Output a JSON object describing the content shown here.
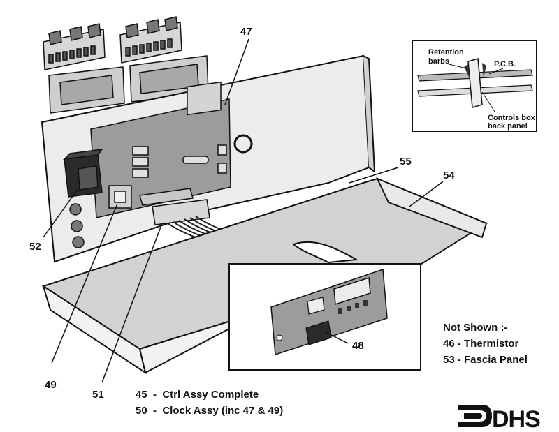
{
  "callouts": {
    "c47": "47",
    "c55": "55",
    "c54": "54",
    "c52": "52",
    "c49": "49",
    "c51": "51",
    "c48": "48"
  },
  "inset": {
    "retention_line1": "Retention",
    "retention_line2": "barbs",
    "pcb": "P.C.B.",
    "controls_line1": "Controls box",
    "controls_line2": "back panel"
  },
  "not_shown": {
    "heading": "Not Shown :-",
    "items": [
      "46 - Thermistor",
      "53 - Fascia Panel"
    ]
  },
  "bottom_notes": {
    "line1": "45  -  Ctrl Assy Complete",
    "line2": "50  -  Clock Assy (inc 47 & 49)"
  },
  "logo": {
    "text": "DHS"
  },
  "colors": {
    "line": "#111111",
    "shade": "#bdbdbd",
    "panel": "#e6e6e6",
    "board": "#9a9a9a",
    "dark": "#2a2a2a"
  }
}
